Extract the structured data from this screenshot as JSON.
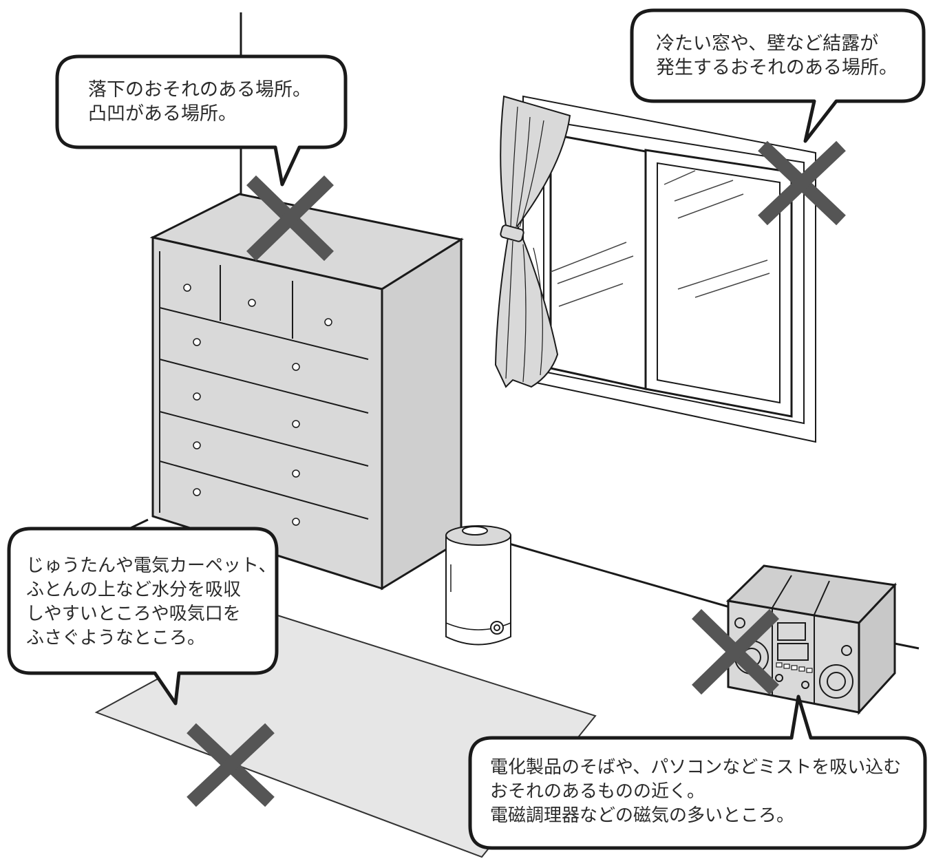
{
  "colors": {
    "outline": "#1a1a1a",
    "furniture_fill": "#d9d9d9",
    "rug_fill": "#e6e6e6",
    "cross": "#555555",
    "bubble_fill": "#ffffff"
  },
  "callouts": {
    "top_of_chest": {
      "lines": [
        "落下のおそれのある場所。",
        "凸凹がある場所。"
      ]
    },
    "cold_window": {
      "lines": [
        "冷たい窓や、壁など結露が",
        "発生するおそれのある場所。"
      ]
    },
    "carpet_futon": {
      "lines": [
        "じゅうたんや電気カーペット、",
        "ふとんの上など水分を吸収",
        "しやすいところや吸気口を",
        "ふさぐようなところ。"
      ]
    },
    "electronics": {
      "lines": [
        "電化製品のそばや、パソコンなどミストを吸い込む",
        "おそれのあるものの近く。",
        "電磁調理器などの磁気の多いところ。"
      ]
    }
  },
  "icons": [
    "cross-mark-icon",
    "humidifier-icon",
    "stereo-icon",
    "chest-of-drawers",
    "window",
    "curtain",
    "rug"
  ]
}
